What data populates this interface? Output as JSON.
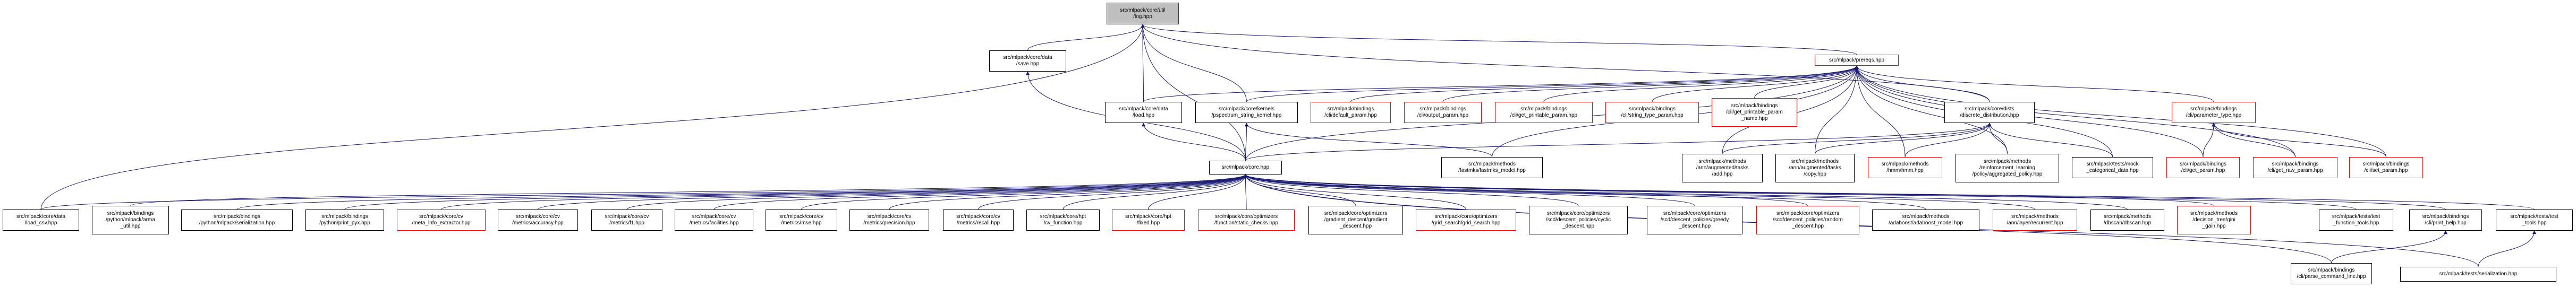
{
  "graph": {
    "type": "include-dependency-graph",
    "colors": {
      "edge": "#191970",
      "node_border": "#000000",
      "undocumented_border": "#ff0000",
      "focus_fill": "#bfbfbf"
    },
    "focus": "log",
    "nodes": [
      {
        "id": "log",
        "label": "src/mlpack/core/util\n/log.hpp",
        "style": "focus"
      },
      {
        "id": "save",
        "label": "src/mlpack/core/data\n/save.hpp",
        "style": "normal"
      },
      {
        "id": "prereqs",
        "label": "src/mlpack/prereqs.hpp",
        "style": "red"
      },
      {
        "id": "load",
        "label": "src/mlpack/core/data\n/load.hpp",
        "style": "normal"
      },
      {
        "id": "pspectrum",
        "label": "src/mlpack/core/kernels\n/pspectrum_string_kernel.hpp",
        "style": "normal"
      },
      {
        "id": "default_param",
        "label": "src/mlpack/bindings\n/cli/default_param.hpp",
        "style": "red"
      },
      {
        "id": "output_param",
        "label": "src/mlpack/bindings\n/cli/output_param.hpp",
        "style": "red"
      },
      {
        "id": "get_printable_param",
        "label": "src/mlpack/bindings\n/cli/get_printable_param.hpp",
        "style": "red"
      },
      {
        "id": "string_type_param",
        "label": "src/mlpack/bindings\n/cli/string_type_param.hpp",
        "style": "red"
      },
      {
        "id": "get_printable_param_name",
        "label": "src/mlpack/bindings\n/cli/get_printable_param\n_name.hpp",
        "style": "red"
      },
      {
        "id": "discrete_distribution",
        "label": "src/mlpack/core/dists\n/discrete_distribution.hpp",
        "style": "normal"
      },
      {
        "id": "parameter_type",
        "label": "src/mlpack/bindings\n/cli/parameter_type.hpp",
        "style": "red"
      },
      {
        "id": "core",
        "label": "src/mlpack/core.hpp",
        "style": "normal"
      },
      {
        "id": "fastmks_model",
        "label": "src/mlpack/methods\n/fastmks/fastmks_model.hpp",
        "style": "normal"
      },
      {
        "id": "add",
        "label": "src/mlpack/methods\n/ann/augmented/tasks\n/add.hpp",
        "style": "normal"
      },
      {
        "id": "copy",
        "label": "src/mlpack/methods\n/ann/augmented/tasks\n/copy.hpp",
        "style": "normal"
      },
      {
        "id": "hmm",
        "label": "src/mlpack/methods\n/hmm/hmm.hpp",
        "style": "red"
      },
      {
        "id": "aggregated_policy",
        "label": "src/mlpack/methods\n/reinforcement_learning\n/policy/aggregated_policy.hpp",
        "style": "normal"
      },
      {
        "id": "mock_categorical_data",
        "label": "src/mlpack/tests/mock\n_categorical_data.hpp",
        "style": "normal"
      },
      {
        "id": "get_param",
        "label": "src/mlpack/bindings\n/cli/get_param.hpp",
        "style": "red"
      },
      {
        "id": "get_raw_param",
        "label": "src/mlpack/bindings\n/cli/get_raw_param.hpp",
        "style": "red"
      },
      {
        "id": "set_param",
        "label": "src/mlpack/bindings\n/cli/set_param.hpp",
        "style": "red"
      },
      {
        "id": "load_csv",
        "label": "src/mlpack/core/data\n/load_csv.hpp",
        "style": "normal"
      },
      {
        "id": "arma_util",
        "label": "src/mlpack/bindings\n/python/mlpack/arma\n_util.hpp",
        "style": "normal"
      },
      {
        "id": "py_serialization",
        "label": "src/mlpack/bindings\n/python/mlpack/serialization.hpp",
        "style": "normal"
      },
      {
        "id": "print_pyx",
        "label": "src/mlpack/bindings\n/python/print_pyx.hpp",
        "style": "normal"
      },
      {
        "id": "meta_info_extractor",
        "label": "src/mlpack/core/cv\n/meta_info_extractor.hpp",
        "style": "red"
      },
      {
        "id": "accuracy",
        "label": "src/mlpack/core/cv\n/metrics/accuracy.hpp",
        "style": "normal"
      },
      {
        "id": "f1",
        "label": "src/mlpack/core/cv\n/metrics/f1.hpp",
        "style": "normal"
      },
      {
        "id": "facilities",
        "label": "src/mlpack/core/cv\n/metrics/facilities.hpp",
        "style": "normal"
      },
      {
        "id": "mse",
        "label": "src/mlpack/core/cv\n/metrics/mse.hpp",
        "style": "normal"
      },
      {
        "id": "precision",
        "label": "src/mlpack/core/cv\n/metrics/precision.hpp",
        "style": "normal"
      },
      {
        "id": "recall",
        "label": "src/mlpack/core/cv\n/metrics/recall.hpp",
        "style": "normal"
      },
      {
        "id": "cv_function",
        "label": "src/mlpack/core/hpt\n/cv_function.hpp",
        "style": "normal"
      },
      {
        "id": "fixed",
        "label": "src/mlpack/core/hpt\n/fixed.hpp",
        "style": "red"
      },
      {
        "id": "static_checks",
        "label": "src/mlpack/core/optimizers\n/function/static_checks.hpp",
        "style": "red"
      },
      {
        "id": "gradient_descent",
        "label": "src/mlpack/core/optimizers\n/gradient_descent/gradient\n_descent.hpp",
        "style": "normal"
      },
      {
        "id": "grid_search",
        "label": "src/mlpack/core/optimizers\n/grid_search/grid_search.hpp",
        "style": "red"
      },
      {
        "id": "cyclic_descent",
        "label": "src/mlpack/core/optimizers\n/scd/descent_policies/cyclic\n_descent.hpp",
        "style": "normal"
      },
      {
        "id": "greedy_descent",
        "label": "src/mlpack/core/optimizers\n/scd/descent_policies/greedy\n_descent.hpp",
        "style": "normal"
      },
      {
        "id": "random_descent",
        "label": "src/mlpack/core/optimizers\n/scd/descent_policies/random\n_descent.hpp",
        "style": "red"
      },
      {
        "id": "adaboost_model",
        "label": "src/mlpack/methods\n/adaboost/adaboost_model.hpp",
        "style": "normal"
      },
      {
        "id": "recurrent",
        "label": "src/mlpack/methods\n/ann/layer/recurrent.hpp",
        "style": "red"
      },
      {
        "id": "dbscan",
        "label": "src/mlpack/methods\n/dbscan/dbscan.hpp",
        "style": "normal"
      },
      {
        "id": "gini_gain",
        "label": "src/mlpack/methods\n/decision_tree/gini\n_gain.hpp",
        "style": "red"
      },
      {
        "id": "test_function_tools",
        "label": "src/mlpack/tests/test\n_function_tools.hpp",
        "style": "normal"
      },
      {
        "id": "print_help",
        "label": "src/mlpack/bindings\n/cli/print_help.hpp",
        "style": "normal"
      },
      {
        "id": "test_tools",
        "label": "src/mlpack/tests/test\n_tools.hpp",
        "style": "normal"
      },
      {
        "id": "parse_command_line",
        "label": "src/mlpack/bindings\n/cli/parse_command_line.hpp",
        "style": "normal"
      },
      {
        "id": "tests_serialization",
        "label": "src/mlpack/tests/serialization.hpp",
        "style": "normal"
      }
    ],
    "edges": [
      [
        "save",
        "log"
      ],
      [
        "load",
        "log"
      ],
      [
        "pspectrum",
        "log"
      ],
      [
        "core",
        "log"
      ],
      [
        "prereqs",
        "log"
      ],
      [
        "discrete_distribution",
        "log"
      ],
      [
        "load_csv",
        "log"
      ],
      [
        "load",
        "prereqs"
      ],
      [
        "pspectrum",
        "prereqs"
      ],
      [
        "default_param",
        "prereqs"
      ],
      [
        "output_param",
        "prereqs"
      ],
      [
        "get_printable_param",
        "prereqs"
      ],
      [
        "string_type_param",
        "prereqs"
      ],
      [
        "get_printable_param_name",
        "prereqs"
      ],
      [
        "discrete_distribution",
        "prereqs"
      ],
      [
        "parameter_type",
        "prereqs"
      ],
      [
        "core",
        "prereqs"
      ],
      [
        "fastmks_model",
        "prereqs"
      ],
      [
        "add",
        "prereqs"
      ],
      [
        "copy",
        "prereqs"
      ],
      [
        "hmm",
        "prereqs"
      ],
      [
        "aggregated_policy",
        "prereqs"
      ],
      [
        "mock_categorical_data",
        "prereqs"
      ],
      [
        "get_param",
        "prereqs"
      ],
      [
        "get_raw_param",
        "prereqs"
      ],
      [
        "set_param",
        "prereqs"
      ],
      [
        "core",
        "save"
      ],
      [
        "core",
        "load"
      ],
      [
        "core",
        "pspectrum"
      ],
      [
        "fastmks_model",
        "pspectrum"
      ],
      [
        "core",
        "discrete_distribution"
      ],
      [
        "add",
        "discrete_distribution"
      ],
      [
        "copy",
        "discrete_distribution"
      ],
      [
        "hmm",
        "discrete_distribution"
      ],
      [
        "aggregated_policy",
        "discrete_distribution"
      ],
      [
        "mock_categorical_data",
        "discrete_distribution"
      ],
      [
        "get_param",
        "parameter_type"
      ],
      [
        "get_raw_param",
        "parameter_type"
      ],
      [
        "set_param",
        "parameter_type"
      ],
      [
        "load_csv",
        "core"
      ],
      [
        "arma_util",
        "core"
      ],
      [
        "py_serialization",
        "core"
      ],
      [
        "print_pyx",
        "core"
      ],
      [
        "meta_info_extractor",
        "core"
      ],
      [
        "accuracy",
        "core"
      ],
      [
        "f1",
        "core"
      ],
      [
        "facilities",
        "core"
      ],
      [
        "mse",
        "core"
      ],
      [
        "precision",
        "core"
      ],
      [
        "recall",
        "core"
      ],
      [
        "cv_function",
        "core"
      ],
      [
        "fixed",
        "core"
      ],
      [
        "static_checks",
        "core"
      ],
      [
        "gradient_descent",
        "core"
      ],
      [
        "grid_search",
        "core"
      ],
      [
        "cyclic_descent",
        "core"
      ],
      [
        "greedy_descent",
        "core"
      ],
      [
        "random_descent",
        "core"
      ],
      [
        "adaboost_model",
        "core"
      ],
      [
        "recurrent",
        "core"
      ],
      [
        "dbscan",
        "core"
      ],
      [
        "gini_gain",
        "core"
      ],
      [
        "test_function_tools",
        "core"
      ],
      [
        "print_help",
        "core"
      ],
      [
        "test_tools",
        "core"
      ],
      [
        "parse_command_line",
        "core"
      ],
      [
        "tests_serialization",
        "core"
      ],
      [
        "parse_command_line",
        "print_help"
      ],
      [
        "tests_serialization",
        "test_tools"
      ]
    ]
  }
}
